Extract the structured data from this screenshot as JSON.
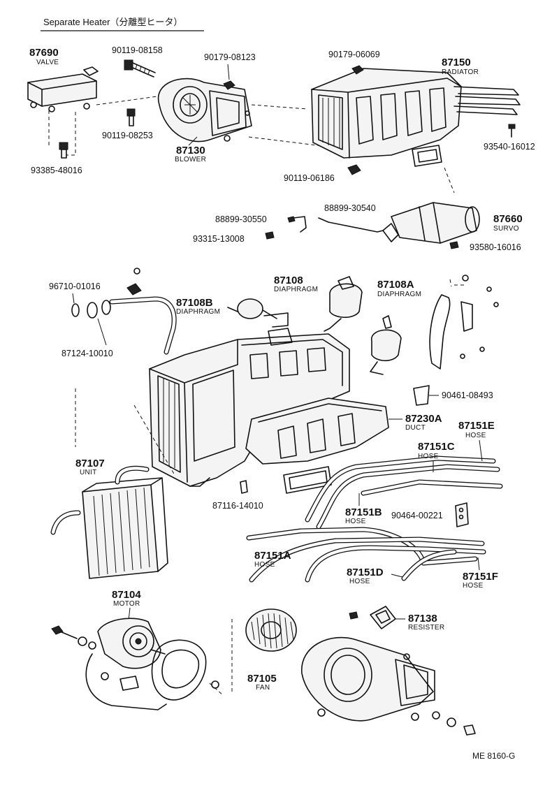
{
  "header": {
    "title": "Separate Heater（分離型ヒータ）"
  },
  "labels": {
    "p87690": "87690",
    "valve": "VALVE",
    "p90119_08158": "90119-08158",
    "p90179_08123": "90179-08123",
    "p90179_06069": "90179-06069",
    "p87150": "87150",
    "radiator": "RADIATOR",
    "p90119_08253": "90119-08253",
    "p87130": "87130",
    "blower": "BLOWER",
    "p93540_16012": "93540-16012",
    "p93385_48016": "93385-48016",
    "p90119_06186": "90119-06186",
    "p88899_30550": "88899-30550",
    "p88899_30540": "88899-30540",
    "p87660": "87660",
    "servo": "SURVO",
    "p93315_13008": "93315-13008",
    "p93580_16016": "93580-16016",
    "p96710_01016": "96710-01016",
    "p87108b": "87108B",
    "diaphragm_b": "DIAPHRAGM",
    "p87108": "87108",
    "diaphragm": "DIAPHRAGM",
    "p87108a": "87108A",
    "diaphragm_a": "DIAPHRAGM",
    "p87124_10010": "87124-10010",
    "p90461_08493": "90461-08493",
    "p87230a": "87230A",
    "duct": "DUCT",
    "p87151e": "87151E",
    "hose_e": "HOSE",
    "p87107": "87107",
    "unit": "UNIT",
    "p87151c": "87151C",
    "hose_c": "HOSE",
    "p87116_14010": "87116-14010",
    "p87151b": "87151B",
    "hose_b": "HOSE",
    "p90464_00221": "90464-00221",
    "p87151a": "87151A",
    "hose_a": "HOSE",
    "p87151d": "87151D",
    "hose_d": "HOSE",
    "p87151f": "87151F",
    "hose_f": "HOSE",
    "p87104": "87104",
    "motor": "MOTOR",
    "p87138": "87138",
    "resister": "RESISTER",
    "p87105": "87105",
    "fan": "FAN"
  },
  "footer": {
    "code": "ME  8160-G"
  }
}
